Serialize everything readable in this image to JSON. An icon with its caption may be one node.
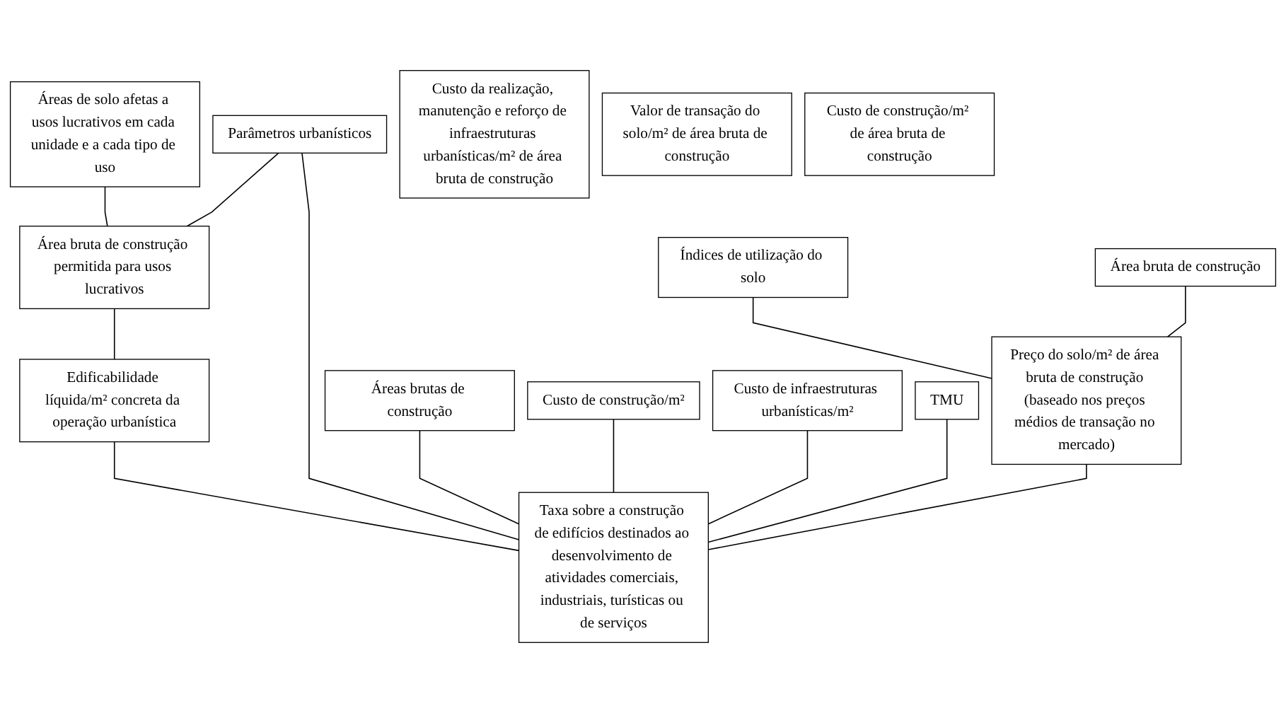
{
  "diagram": {
    "nodes": [
      {
        "text": [
          "Áreas de solo afetas a usos lucrativos em cada unidade e a cada tipo de uso"
        ]
      },
      {
        "text": [
          "Parâmetros urbanísticos"
        ]
      },
      {
        "text": [
          "Custo da realização, manutenção e reforço de infraestruturas urbanísticas/m² de área bruta de construção"
        ]
      },
      {
        "text": [
          "Índices de utilização do solo"
        ]
      },
      {
        "text": [
          "Áreas brutas de construção"
        ]
      },
      {
        "text": [
          "Valor de transação do solo/m² de área bruta de construção"
        ]
      },
      {
        "text": [
          "Custo de construção/m²"
        ]
      },
      {
        "text": [
          "Área bruta de construção permitida para usos lucrativos"
        ]
      },
      {
        "text": [
          "Área bruta de construção"
        ]
      },
      {
        "text": [
          "Custo de construção/m² de área bruta de construção"
        ]
      },
      {
        "text": [
          "Custo de infraestruturas urbanísticas/m²"
        ]
      },
      {
        "text": [
          "Edificabilidade líquida/m² concreta da operação urbanística"
        ]
      },
      {
        "text": [
          "TMU"
        ]
      },
      {
        "text": [
          "Preço do solo/m² de área bruta de construção (baseado nos preços médios de transação no mercado)"
        ]
      },
      {
        "text": [
          "Taxa sobre a construção de edifícios destinados ao desenvolvimento de atividades comerciais, industriais, turísticas ou de serviços"
        ]
      }
    ],
    "edges": [
      {
        "from": 0,
        "to": 7,
        "arrow": "none"
      },
      {
        "from": 1,
        "to": 7,
        "arrow": "none"
      },
      {
        "from": 7,
        "to": 11,
        "arrow": "none"
      },
      {
        "from": 3,
        "to": 13,
        "arrow": "none"
      },
      {
        "from": 8,
        "to": 13,
        "arrow": "none"
      },
      {
        "from": 11,
        "to": 14,
        "arrow": "none"
      },
      {
        "from": 1,
        "to": 14,
        "arrow": "none"
      },
      {
        "from": 4,
        "to": 14,
        "arrow": "none"
      },
      {
        "from": 6,
        "to": 14,
        "arrow": "none"
      },
      {
        "from": 10,
        "to": 14,
        "arrow": "none"
      },
      {
        "from": 12,
        "to": 14,
        "arrow": "none"
      },
      {
        "from": 13,
        "to": 14,
        "arrow": "none"
      }
    ]
  }
}
